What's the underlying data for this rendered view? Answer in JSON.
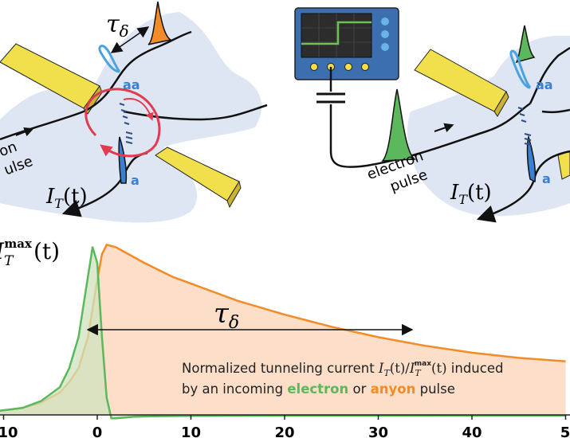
{
  "top_left": {
    "tau_label": "τ",
    "tau_sub": "δ",
    "aa_label": "aa",
    "a_label": "a",
    "pulse_line1": "on",
    "pulse_line2": "ulse",
    "current_main": "I",
    "current_sub": "T",
    "current_arg": "(t)"
  },
  "top_right": {
    "aa_label": "aa",
    "a_label": "a",
    "pulse_line1": "electron",
    "pulse_line2": "pulse",
    "current_main": "I",
    "current_sub": "T",
    "current_arg": "(t)"
  },
  "chart_data": {
    "type": "area",
    "ylabel_main": "I",
    "ylabel_sub": "T",
    "ylabel_sup": "max",
    "ylabel_arg": "(t)",
    "x_ticks": [
      "10",
      "0",
      "10",
      "20",
      "30",
      "40",
      "5"
    ],
    "xlim": [
      -11,
      50
    ],
    "ylim": [
      0,
      1
    ],
    "tau_label": "τ",
    "tau_sub": "δ",
    "annotation": {
      "line1_a": "Normalized tunneling current ",
      "line1_b": " induced",
      "line2_a": "by an incoming ",
      "line2_electron": "electron",
      "line2_or": " or ",
      "line2_anyon": "anyon",
      "line2_b": " pulse"
    },
    "series": [
      {
        "name": "electron",
        "color": "#5cb85c",
        "x": [
          -11,
          -8,
          -6,
          -4,
          -3,
          -2,
          -1,
          -0.5,
          0,
          0.5,
          1,
          1.5,
          2,
          3,
          4,
          6,
          10,
          20,
          30,
          40,
          50
        ],
        "y": [
          0.02,
          0.04,
          0.08,
          0.16,
          0.27,
          0.45,
          0.8,
          0.97,
          0.88,
          0.45,
          0.1,
          -0.02,
          -0.02,
          -0.015,
          -0.01,
          -0.008,
          -0.006,
          -0.004,
          -0.004,
          -0.003,
          -0.003
        ]
      },
      {
        "name": "anyon",
        "color": "#f28c28",
        "x": [
          -11,
          -8,
          -6,
          -4,
          -3,
          -2,
          -1,
          0,
          0.5,
          1,
          2,
          3,
          5,
          8,
          10,
          15,
          20,
          25,
          30,
          35,
          40,
          45,
          50
        ],
        "y": [
          0.02,
          0.04,
          0.07,
          0.13,
          0.19,
          0.27,
          0.45,
          0.78,
          0.93,
          0.985,
          0.97,
          0.94,
          0.88,
          0.8,
          0.76,
          0.66,
          0.58,
          0.51,
          0.45,
          0.4,
          0.36,
          0.33,
          0.31
        ]
      }
    ]
  },
  "colors": {
    "blob": "#dfe6f3",
    "electron": "#5cb85c",
    "anyon": "#f28c28",
    "anyon_fill": "#fbd8bf",
    "electron_fill": "#cfe3bf",
    "blue": "#3a7fd0",
    "red": "#e23a4e",
    "gate": "#f1df4b",
    "scope_body": "#3c6fb0",
    "scope_screen": "#2c2c2c",
    "scope_trace": "#6cc24a"
  }
}
